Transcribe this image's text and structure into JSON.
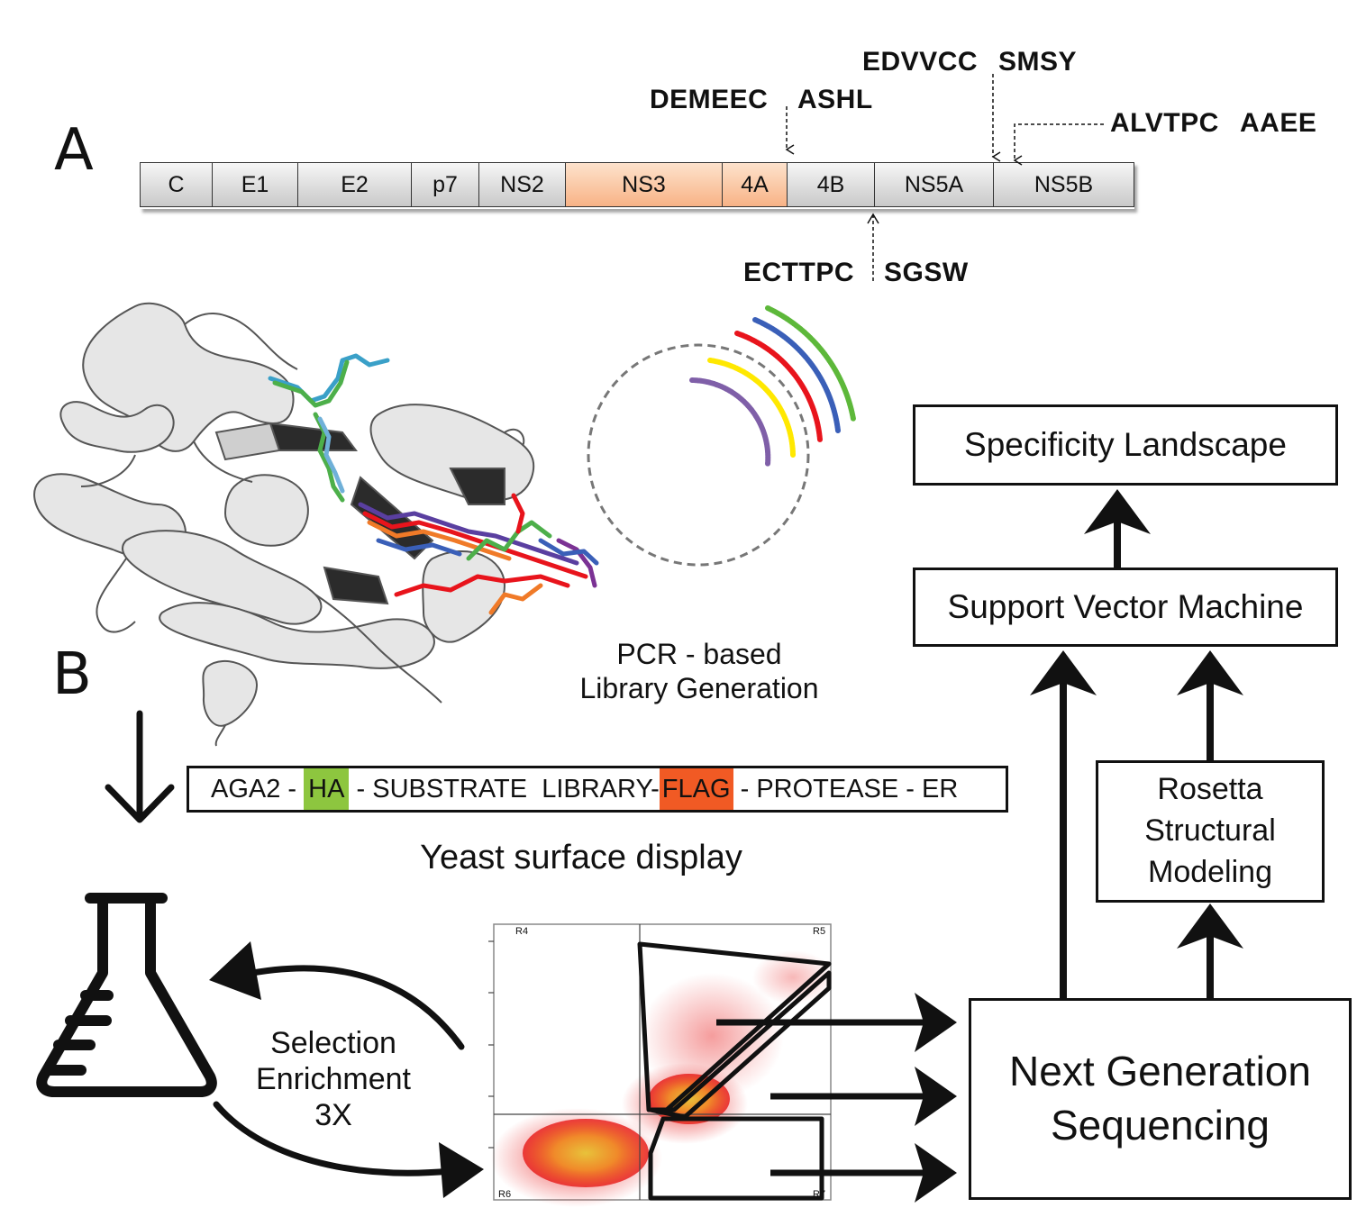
{
  "panels": {
    "a": "A",
    "b": "B"
  },
  "genome": {
    "segments": [
      {
        "label": "C",
        "highlight": false
      },
      {
        "label": "E1",
        "highlight": false
      },
      {
        "label": "E2",
        "highlight": false
      },
      {
        "label": "p7",
        "highlight": false
      },
      {
        "label": "NS2",
        "highlight": false
      },
      {
        "label": "NS3",
        "highlight": true
      },
      {
        "label": "4A",
        "highlight": true
      },
      {
        "label": "4B",
        "highlight": false
      },
      {
        "label": "NS5A",
        "highlight": false
      },
      {
        "label": "NS5B",
        "highlight": false
      }
    ],
    "cleavage_sites": {
      "s1_left": "DEMEEC",
      "s1_right": "ASHL",
      "s2_left": "EDVVCC",
      "s2_right": "SMSY",
      "s3_left": "ALVTPC",
      "s3_right": "AAEE",
      "s4_left": "ECTTPC",
      "s4_right": "SGSW"
    }
  },
  "library": {
    "label_line1": "PCR - based",
    "label_line2": "Library Generation",
    "arc_colors": [
      "#7f5fa8",
      "#ffe800",
      "#e8141c",
      "#3a5fb8",
      "#5db83a"
    ]
  },
  "construct": {
    "part1": "AGA2 - ",
    "ha": "HA",
    "part2": " - SUBSTRATE  LIBRARY-",
    "flag": "FLAG",
    "part3": " - PROTEASE - ER"
  },
  "yeast_label": "Yeast surface display",
  "selection": {
    "line1": "Selection",
    "line2": "Enrichment",
    "line3": "3X"
  },
  "facs": {
    "gates": [
      "R4",
      "R5",
      "R6",
      "R7"
    ]
  },
  "pipeline": {
    "ngs_line1": "Next Generation",
    "ngs_line2": "Sequencing",
    "rosetta_line1": "Rosetta",
    "rosetta_line2": "Structural",
    "rosetta_line3": "Modeling",
    "svm": "Support Vector Machine",
    "landscape": "Specificity Landscape"
  }
}
